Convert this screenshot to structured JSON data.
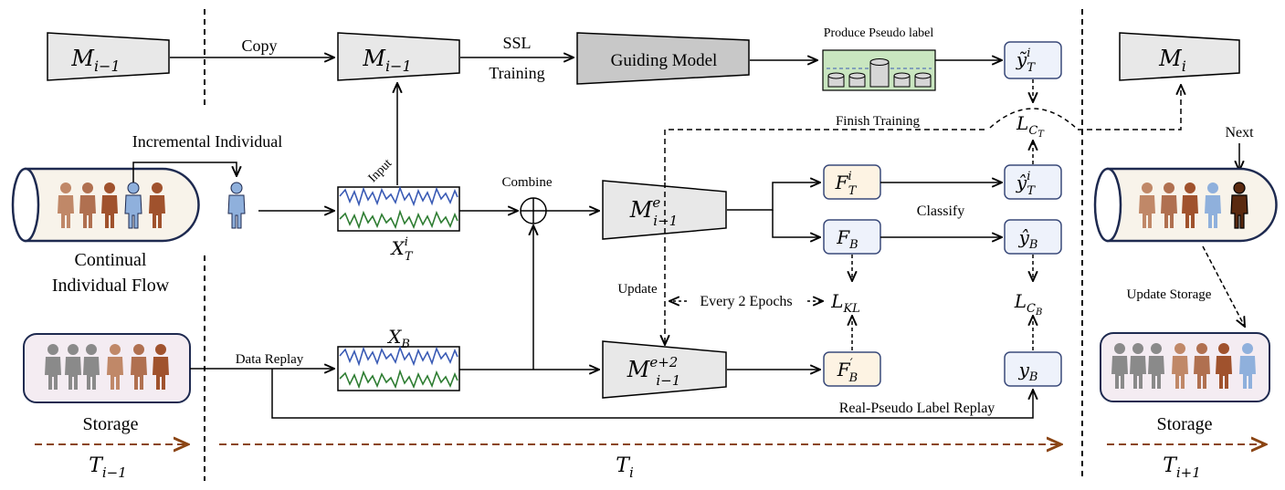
{
  "labels": {
    "copy": "Copy",
    "ssl_line1": "SSL",
    "ssl_line2": "Training",
    "guiding_model": "Guiding Model",
    "produce_pseudo_label": "Produce Pseudo label",
    "finish_training": "Finish Training",
    "incremental_individual": "Incremental Individual",
    "input": "Input",
    "combine": "Combine",
    "classify": "Classify",
    "update": "Update",
    "every_2_epochs": "Every 2 Epochs",
    "data_replay": "Data Replay",
    "real_pseudo_label_replay": "Real-Pseudo Label Replay",
    "continual_line1": "Continual",
    "continual_line2": "Individual Flow",
    "storage_left": "Storage",
    "storage_right": "Storage",
    "next": "Next",
    "update_storage": "Update Storage"
  },
  "math": {
    "m_prev_left": "M",
    "m_prev_left_sub": "i−1",
    "m_prev_mid": "M",
    "m_prev_mid_sub": "i−1",
    "m_i": "M",
    "m_i_sub": "i",
    "m_e": "M",
    "m_e_sup": "e",
    "m_e_sub": "i−1",
    "m_e2": "M",
    "m_e2_sup": "e+2",
    "m_e2_sub": "i−1",
    "f_t": "F",
    "f_t_sup": "i",
    "f_t_sub": "T",
    "f_b": "F",
    "f_b_sub": "B",
    "f_b_prime": "F",
    "f_b_prime_sup": "′",
    "f_b_prime_sub": "B",
    "y_tilde": "ỹ",
    "y_tilde_sup": "i",
    "y_tilde_sub": "T",
    "y_hat_t": "ŷ",
    "y_hat_t_sup": "i",
    "y_hat_t_sub": "T",
    "y_hat_b": "ŷ",
    "y_hat_b_sub": "B",
    "y_b": "y",
    "y_b_sub": "B",
    "loss_ct": "L",
    "loss_ct_sub": "C",
    "loss_ct_subsub": "T",
    "loss_cb": "L",
    "loss_cb_sub": "C",
    "loss_cb_subsub": "B",
    "loss_kl": "L",
    "loss_kl_sub": "KL",
    "x_t": "X",
    "x_t_sup": "i",
    "x_t_sub": "T",
    "x_b": "X",
    "x_b_sub": "B",
    "t_prev": "T",
    "t_prev_sub": "i−1",
    "t_i": "T",
    "t_i_sub": "i",
    "t_next": "T",
    "t_next_sub": "i+1"
  },
  "colors": {
    "model_fill": "#e8e8e8",
    "guiding_fill": "#c8c8c8",
    "head_fill": "#fdf3e3",
    "label_fill": "#eef2fb",
    "label_border": "#3a4a7a",
    "timeline": "#8b4513",
    "pseudo_fill": "#c9e6c0",
    "person_brown": "#a0522d",
    "person_light": "#c08868",
    "person_blue": "#8fb0dc",
    "person_gray": "#8a8a8a",
    "person_dark": "#5a2a10",
    "signal_blue": "#3a5bb5",
    "signal_green": "#2e7d32"
  }
}
